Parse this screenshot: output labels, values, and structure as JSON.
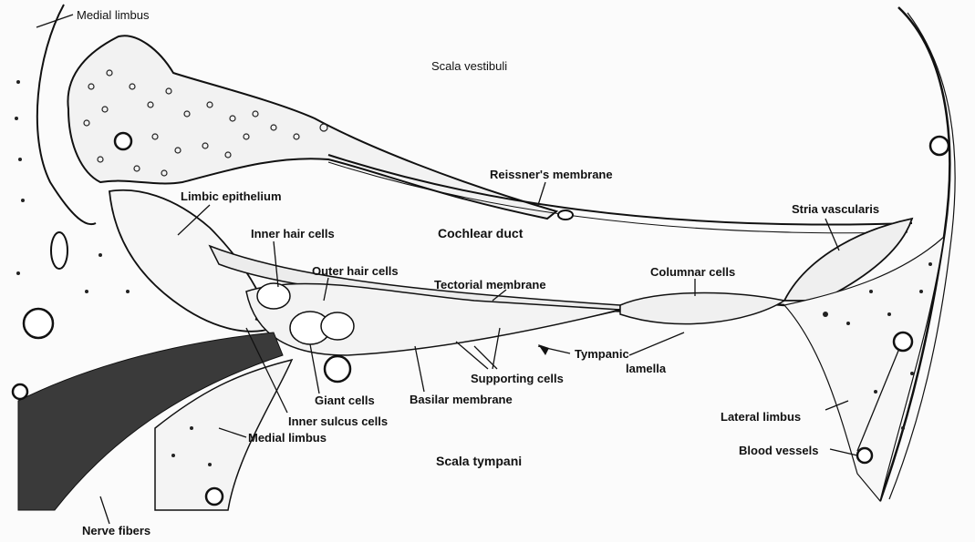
{
  "labels": {
    "medial_limbus_top": "Medial limbus",
    "scala_vestibuli": "Scala vestibuli",
    "reissners_membrane": "Reissner's membrane",
    "limbic_epithelium": "Limbic epithelium",
    "inner_hair_cells": "Inner hair cells",
    "cochlear_duct": "Cochlear duct",
    "stria_vascularis": "Stria vascularis",
    "outer_hair_cells": "Outer hair cells",
    "tectorial_membrane": "Tectorial membrane",
    "columnar_cells": "Columnar cells",
    "tympanic_lamella_1": "Tympanic",
    "tympanic_lamella_2": "lamella",
    "supporting_cells": "Supporting cells",
    "giant_cells": "Giant cells",
    "basilar_membrane": "Basilar membrane",
    "inner_sulcus_cells": "Inner sulcus cells",
    "lateral_limbus": "Lateral limbus",
    "medial_limbus_bottom": "Medial limbus",
    "blood_vessels": "Blood vessels",
    "scala_tympani": "Scala tympani",
    "nerve_fibers": "Nerve fibers"
  },
  "colors": {
    "ink": "#111111",
    "paper": "#fbfbfb"
  }
}
